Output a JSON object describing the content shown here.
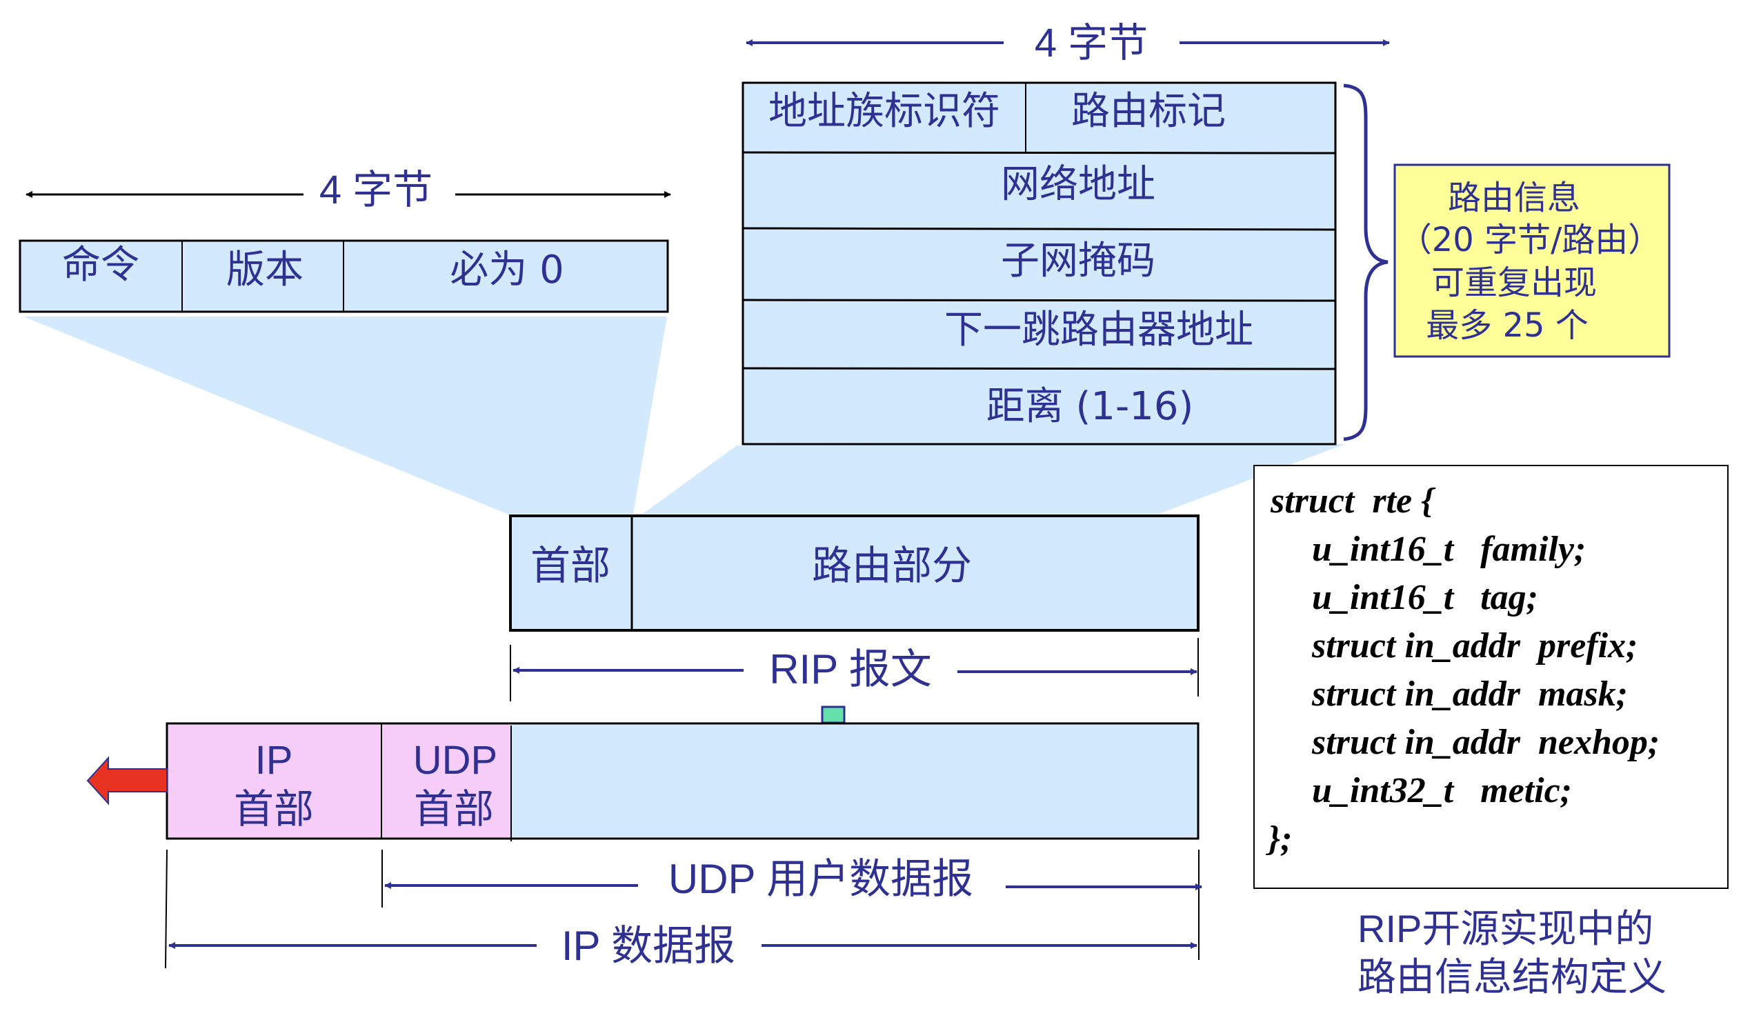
{
  "colors": {
    "navy": "#2e3192",
    "box_fill": "#d3e9fd",
    "header_pink": "#f6ccf8",
    "note_yellow": "#ffff99",
    "arrow_red": "#e83222",
    "marker_green": "#66e0aa"
  },
  "rip_header_width": {
    "label": "4 字节"
  },
  "rip_header_fields": [
    {
      "label": "命令"
    },
    {
      "label": "版本"
    },
    {
      "label": "必为 0"
    }
  ],
  "route_entry_width": {
    "label": "4 字节"
  },
  "route_entry_fields": {
    "family": "地址族标识符",
    "tag": "路由标记",
    "network": "网络地址",
    "mask": "子网掩码",
    "nexthop": "下一跳路由器地址",
    "metric": "距离 (1-16)"
  },
  "route_info_note": {
    "lines": [
      "路由信息",
      "（20 字节/路由）",
      "可重复出现",
      "最多 25 个"
    ]
  },
  "rip_message": {
    "header": "首部",
    "routes": "路由部分",
    "span_label": "RIP 报文"
  },
  "ip_datagram": {
    "ip_header_line1": "IP",
    "ip_header_line2": "首部",
    "udp_header_line1": "UDP",
    "udp_header_line2": "首部",
    "udp_span_label": "UDP 用户数据报",
    "ip_span_label": "IP 数据报"
  },
  "code": {
    "lines": [
      "struct  rte {",
      "u_int16_t   family;",
      "u_int16_t   tag;",
      "struct in_addr  prefix;",
      "struct in_addr  mask;",
      "struct in_addr  nexhop;",
      "u_int32_t   metic;",
      "};"
    ]
  },
  "caption": {
    "line1": "RIP开源实现中的",
    "line2": "路由信息结构定义"
  }
}
